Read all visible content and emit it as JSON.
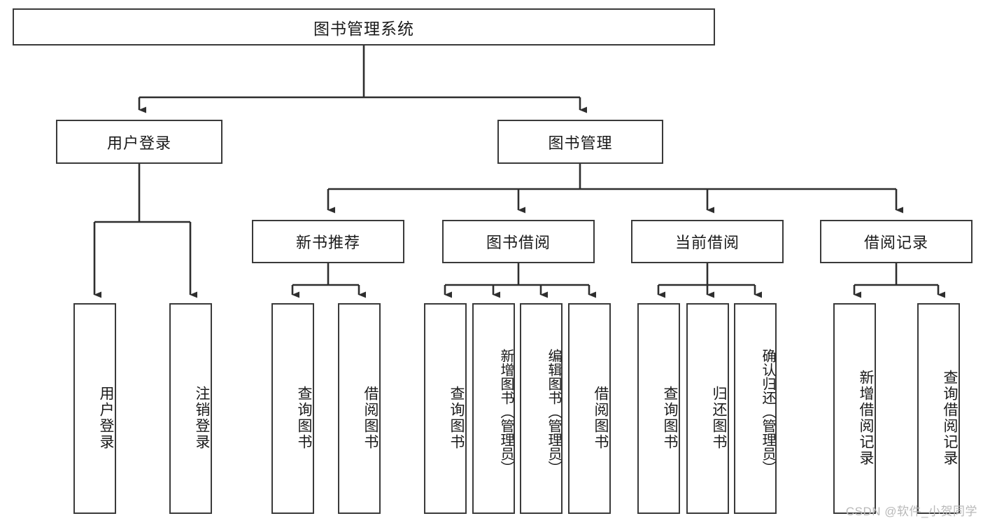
{
  "diagram": {
    "title": "图书管理系统",
    "type": "tree-hierarchy-diagram",
    "watermark": "CSDN @软件_小贺同学",
    "colors": {
      "box_border": "#3a3a3a",
      "box_fill": "#ffffff",
      "connector": "#2e2e2e",
      "text": "#1a1a1a",
      "watermark": "#b9b9b9",
      "background": "#ffffff"
    },
    "levels": {
      "root": {
        "label": "图书管理系统"
      },
      "level2": [
        {
          "label": "用户登录"
        },
        {
          "label": "图书管理"
        }
      ],
      "level3": [
        {
          "label": "新书推荐"
        },
        {
          "label": "图书借阅"
        },
        {
          "label": "当前借阅"
        },
        {
          "label": "借阅记录"
        }
      ],
      "leaves": {
        "user_login": [
          {
            "label": "用户登录"
          },
          {
            "label": "注销登录"
          }
        ],
        "new_book_recommend": [
          {
            "label": "查询图书"
          },
          {
            "label": "借阅图书"
          }
        ],
        "book_borrow": [
          {
            "label": "查询图书"
          },
          {
            "label": "新增图书（管理员）"
          },
          {
            "label": "编辑图书（管理员）"
          },
          {
            "label": "借阅图书"
          }
        ],
        "current_borrow": [
          {
            "label": "查询图书"
          },
          {
            "label": "归还图书"
          },
          {
            "label": "确认归还（管理员）"
          }
        ],
        "borrow_record": [
          {
            "label": "新增借阅记录"
          },
          {
            "label": "查询借阅记录"
          }
        ]
      }
    }
  }
}
